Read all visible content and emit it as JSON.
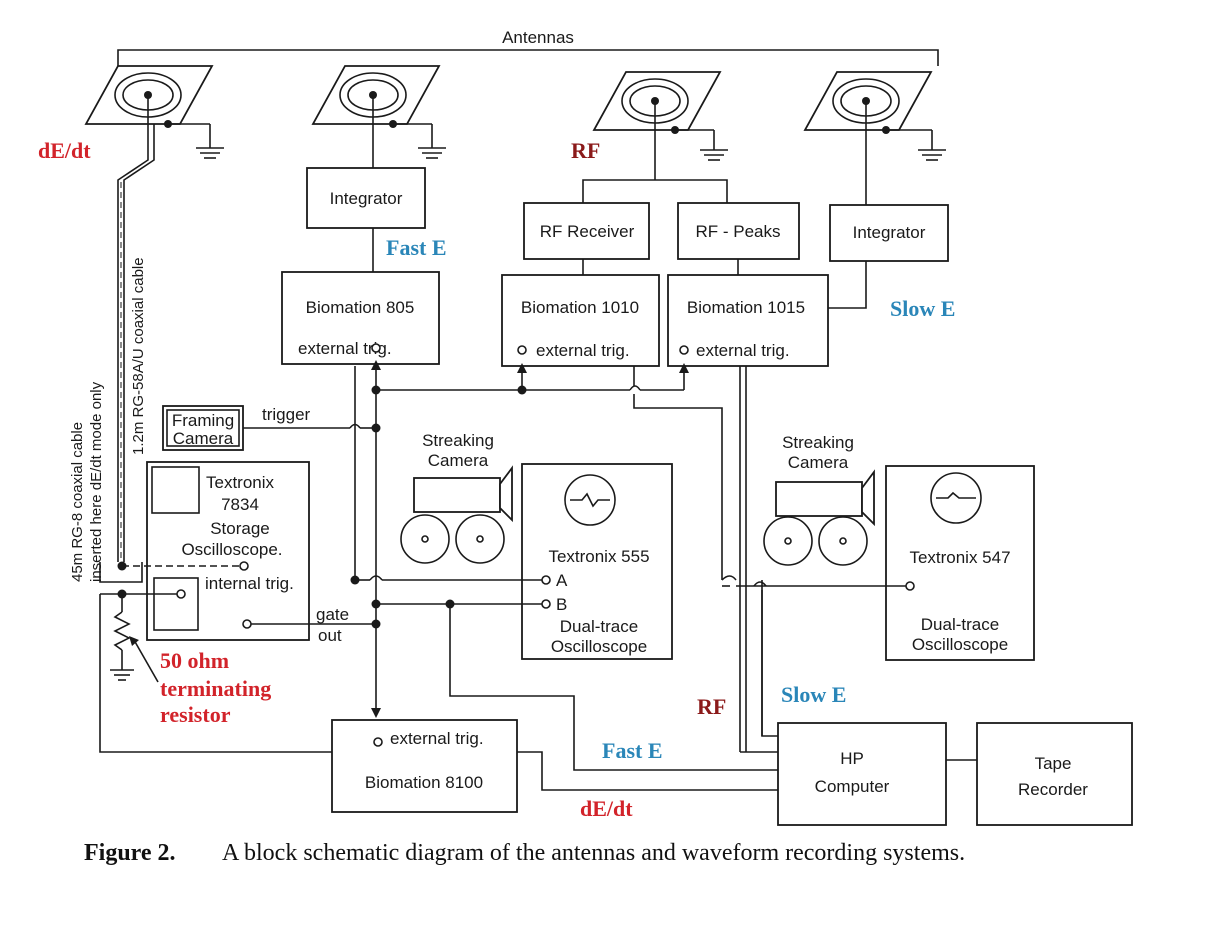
{
  "figure": {
    "caption_number": "Figure 2.",
    "caption_text": "A block schematic diagram of the antennas and waveform recording systems."
  },
  "labels": {
    "antennas": "Antennas",
    "dedt_top": "dE/dt",
    "rf_top": "RF",
    "fast_e_top": "Fast E",
    "slow_e_top": "Slow E",
    "integrator_1": "Integrator",
    "integrator_2": "Integrator",
    "rf_receiver": "RF Receiver",
    "rf_peaks": "RF - Peaks",
    "biomation_805": "Biomation 805",
    "biomation_1010": "Biomation 1010",
    "biomation_1015": "Biomation 1015",
    "biomation_8100": "Biomation 8100",
    "external_trig": "external trig.",
    "framing_camera_1": "Framing",
    "framing_camera_2": "Camera",
    "trigger": "trigger",
    "cable_1": "45m RG-8 coaxial cable",
    "cable_2": "inserted here dE/dt mode only",
    "cable_3": "1.2m RG-58A/U coaxial cable",
    "textronix_7834_1": "Textronix",
    "textronix_7834_2": "7834",
    "storage_1": "Storage",
    "storage_2": "Oscilloscope.",
    "internal_trig": "internal trig.",
    "gate": "gate",
    "out": "out",
    "streaking_camera_1a": "Streaking",
    "streaking_camera_1b": "Camera",
    "streaking_camera_2a": "Streaking",
    "streaking_camera_2b": "Camera",
    "textronix_555": "Textronix 555",
    "textronix_547": "Textronix 547",
    "input_a": "A",
    "input_b": "B",
    "dual_trace_1a": "Dual-trace",
    "dual_trace_1b": "Oscilloscope",
    "dual_trace_2a": "Dual-trace",
    "dual_trace_2b": "Oscilloscope",
    "resistor_1": "50 ohm",
    "resistor_2": "terminating",
    "resistor_3": "resistor",
    "rf_bottom": "RF",
    "slow_e_bottom": "Slow E",
    "fast_e_bottom": "Fast E",
    "dedt_bottom": "dE/dt",
    "hp_1": "HP",
    "hp_2": "Computer",
    "tape_1": "Tape",
    "tape_2": "Recorder"
  },
  "colors": {
    "dedt_red": "#d2232a",
    "rf_darkred": "#8b1a1a",
    "field_blue": "#2a86b8"
  }
}
